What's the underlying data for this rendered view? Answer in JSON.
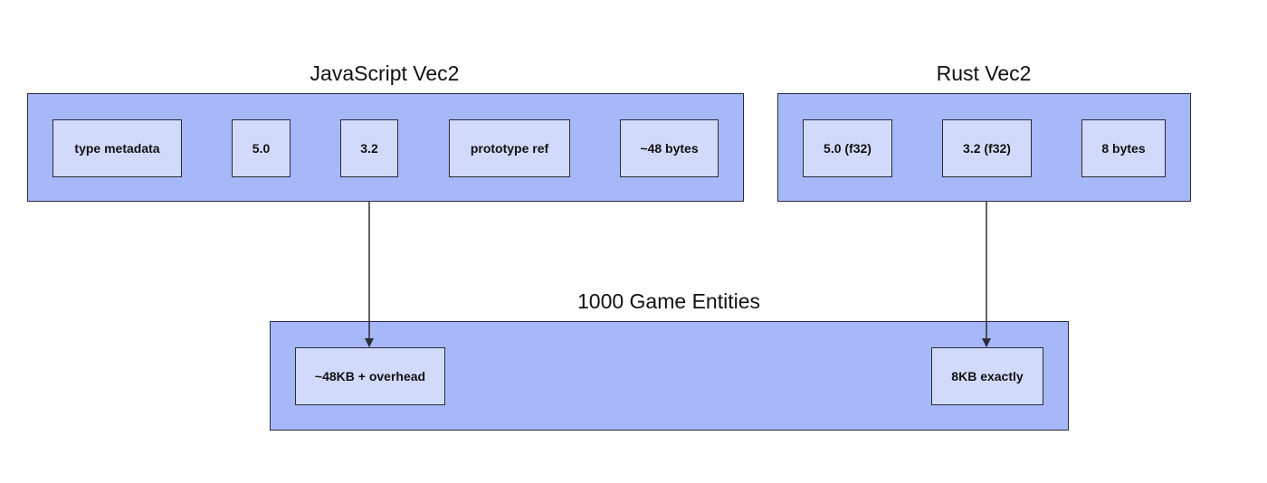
{
  "colors": {
    "container_fill": "#a6b8f7",
    "cell_fill": "#d2dafb",
    "border": "#2b2b3a",
    "edge": "#2b2b3a"
  },
  "groups": {
    "js": {
      "title": "JavaScript Vec2",
      "cells": [
        "type metadata",
        "5.0",
        "3.2",
        "prototype ref",
        "~48 bytes"
      ]
    },
    "rust": {
      "title": "Rust Vec2",
      "cells": [
        "5.0 (f32)",
        "3.2 (f32)",
        "8 bytes"
      ]
    },
    "entities": {
      "title": "1000 Game Entities",
      "cells": [
        "~48KB + overhead",
        "8KB exactly"
      ]
    }
  },
  "edges": [
    {
      "from": "JavaScript Vec2",
      "to": "~48KB + overhead"
    },
    {
      "from": "Rust Vec2",
      "to": "8KB exactly"
    }
  ]
}
